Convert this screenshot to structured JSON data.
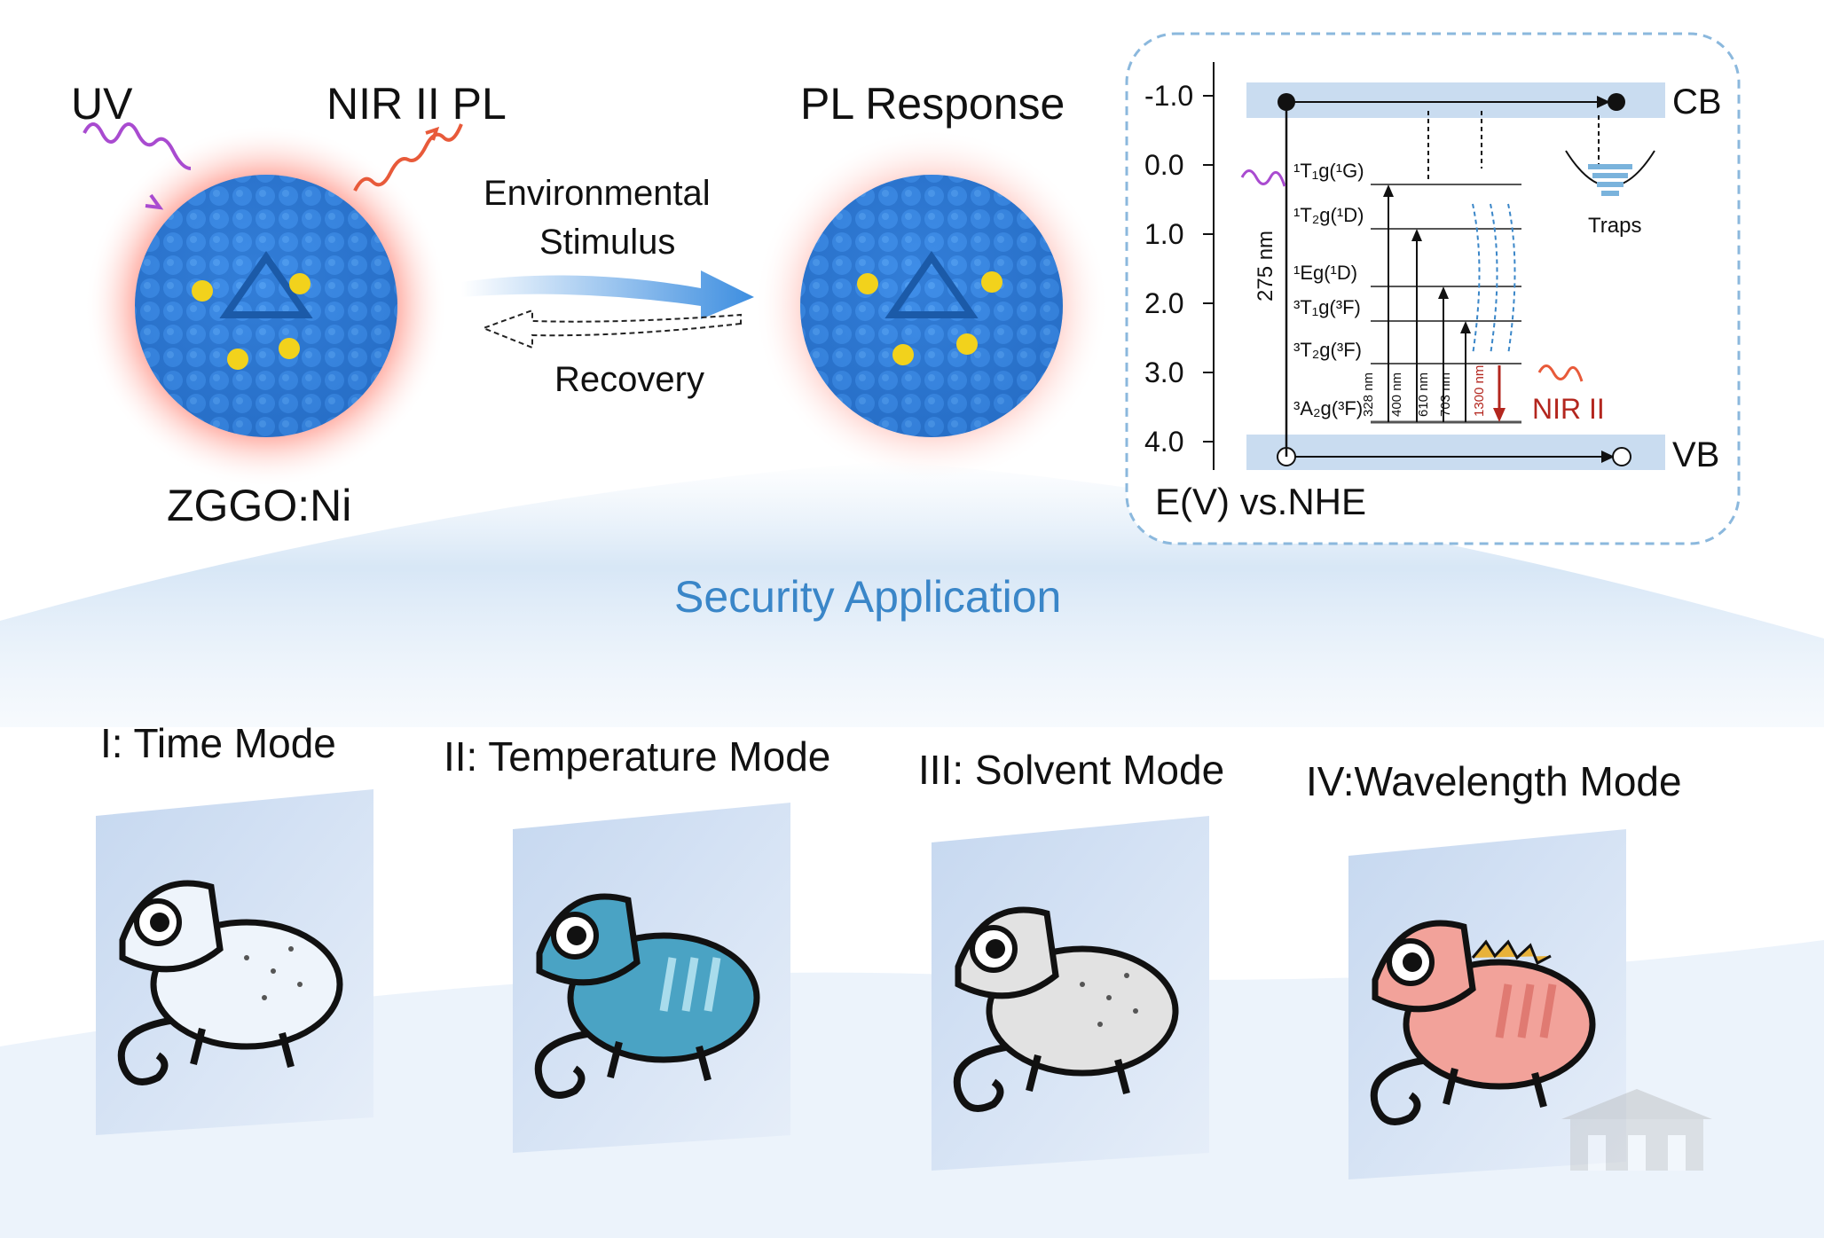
{
  "top": {
    "uv": "UV",
    "nir_pl": "NIR II PL",
    "material": "ZGGO:Ni",
    "stimulus_line1": "Environmental",
    "stimulus_line2": "Stimulus",
    "recovery": "Recovery",
    "pl_response": "PL Response"
  },
  "energy": {
    "y_ticks": [
      "-1.0",
      "0.0",
      "1.0",
      "2.0",
      "3.0",
      "4.0"
    ],
    "axis_label": "E(V) vs.NHE",
    "cb": "CB",
    "vb": "VB",
    "traps": "Traps",
    "excitation": "275 nm",
    "nir2": "NIR II",
    "levels": [
      "¹T₁g(¹G)",
      "¹T₂g(¹D)",
      "¹Eg(¹D)",
      "³T₁g(³F)",
      "³T₂g(³F)",
      "³A₂g(³F)"
    ],
    "transitions": [
      "328 nm",
      "400 nm",
      "610 nm",
      "703 nm",
      "1300 nm"
    ]
  },
  "security": {
    "title": "Security Application",
    "modes": [
      "I: Time Mode",
      "II: Temperature Mode",
      "III: Solvent Mode",
      "IV:Wavelength Mode"
    ]
  },
  "colors": {
    "sphere": "#2f7fd6",
    "glow": "#ff4a3a",
    "accent": "#3a86c8",
    "nir": "#b3261e",
    "chameleon1": "#eef4fb",
    "chameleon2": "#4aa3c4",
    "chameleon3": "#e2e2e2",
    "chameleon4": "#f2a29a"
  }
}
